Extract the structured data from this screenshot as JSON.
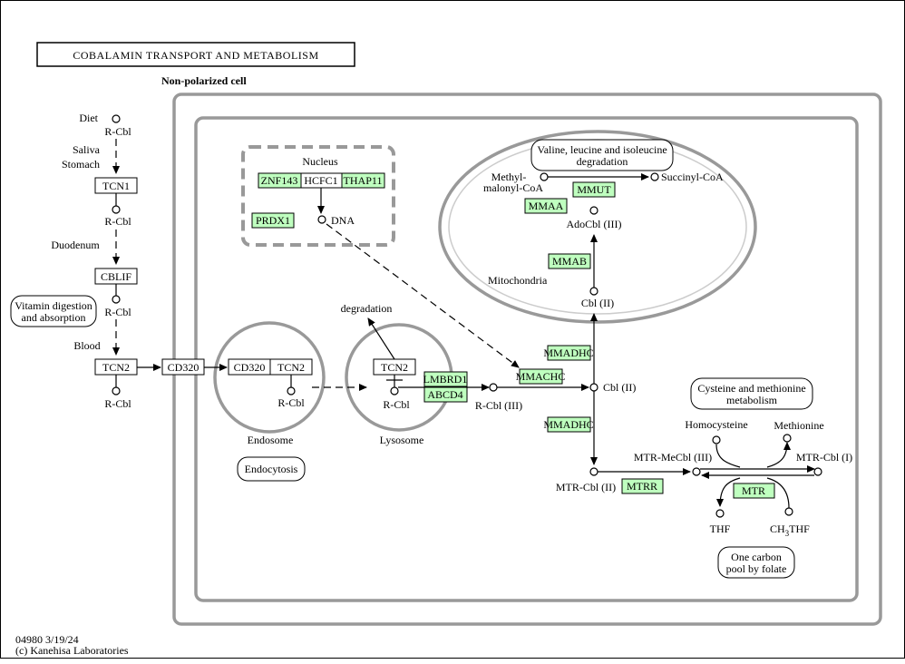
{
  "title": "COBALAMIN TRANSPORT AND METABOLISM",
  "cell_label": "Non-polarized cell",
  "footer": {
    "map_id": "04980 3/19/24",
    "copyright": "(c) Kanehisa Laboratories"
  },
  "left_labels": {
    "diet": "Diet",
    "rcbl": "R-Cbl",
    "saliva": "Saliva",
    "stomach": "Stomach",
    "duodenum": "Duodenum",
    "blood": "Blood"
  },
  "compartments": {
    "nucleus": "Nucleus",
    "mitochondria": "Mitochondria",
    "endosome": "Endosome",
    "lysosome": "Lysosome"
  },
  "compounds": {
    "dna": "DNA",
    "methylmalonyl_1": "Methyl-",
    "methylmalonyl_2": "malonyl-CoA",
    "succinyl": "Succinyl-CoA",
    "adocbl": "AdoCbl (III)",
    "cbl_mito": "Cbl (II)",
    "cbl_cyto": "Cbl (II)",
    "rcbl_iii": "R-Cbl (III)",
    "degradation": "degradation",
    "homocysteine": "Homocysteine",
    "methionine": "Methionine",
    "mtr_mecbl": "MTR-MeCbl (III)",
    "mtr_cbl_i": "MTR-Cbl (I)",
    "mtr_cbl_ii": "MTR-Cbl (II)",
    "thf": "THF",
    "ch3thf_a": "CH",
    "ch3thf_sub": "3",
    "ch3thf_b": "THF"
  },
  "genes": {
    "znf143": "ZNF143",
    "hcfc1": "HCFC1",
    "thap11": "THAP11",
    "prdx1": "PRDX1",
    "mmut": "MMUT",
    "mmaa": "MMAA",
    "mmab": "MMAB",
    "mmadhc_top": "MMADHC",
    "mmachc": "MMACHC",
    "mmadhc_bottom": "MMADHC",
    "lmbrd1": "LMBRD1",
    "abcd4": "ABCD4",
    "mtrr": "MTRR",
    "mtr": "MTR",
    "tcn1": "TCN1",
    "cblif": "CBLIF",
    "tcn2_blood": "TCN2",
    "cd320_membrane": "CD320",
    "cd320_endo": "CD320",
    "tcn2_endo": "TCN2",
    "tcn2_lyso": "TCN2"
  },
  "maps": {
    "vitamin_1": "Vitamin digestion",
    "vitamin_2": "and absorption",
    "valine_1": "Valine, leucine and isoleucine",
    "valine_2": "degradation",
    "cys_1": "Cysteine and methionine",
    "cys_2": "metabolism",
    "endocytosis": "Endocytosis",
    "onecarbon_1": "One carbon",
    "onecarbon_2": "pool by folate"
  },
  "colors": {
    "gene_fill": "#bfffbf",
    "membrane": "#999999"
  }
}
